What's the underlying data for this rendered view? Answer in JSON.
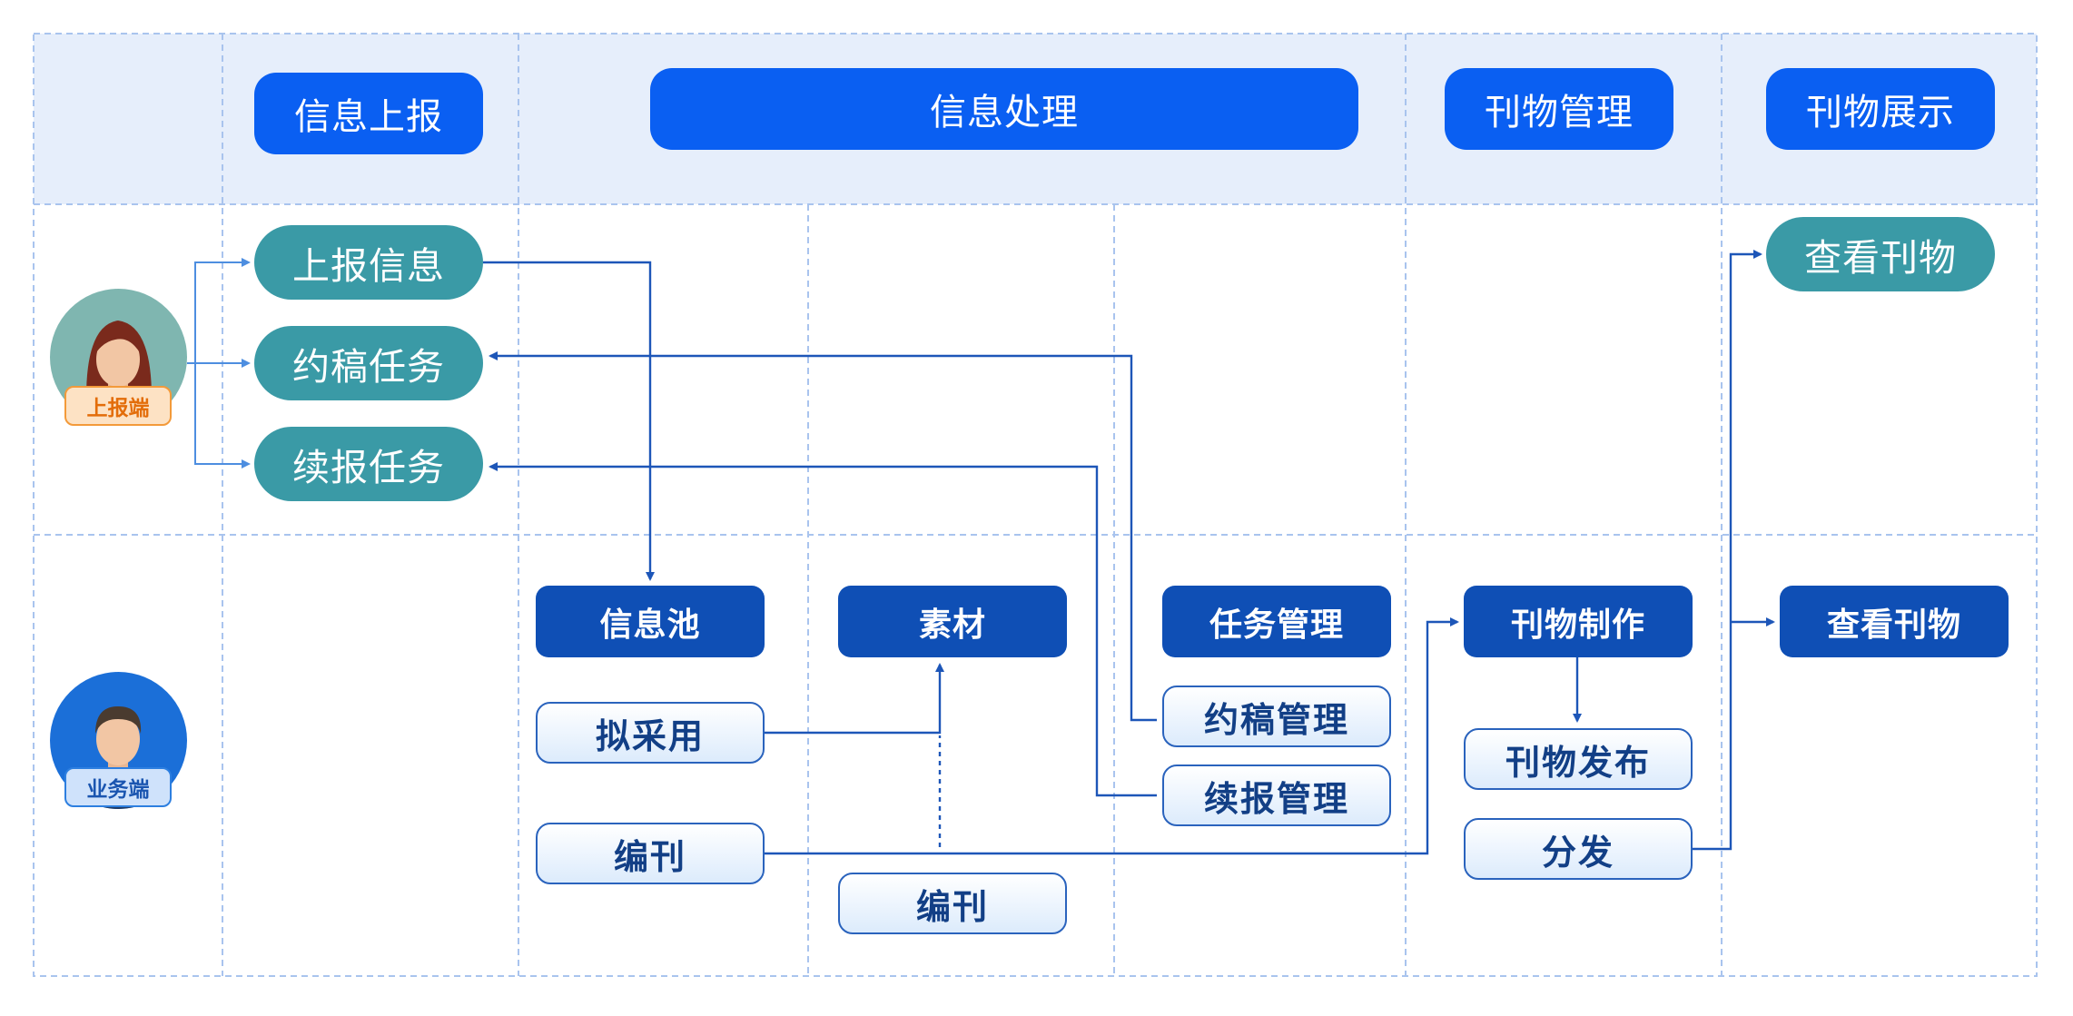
{
  "headers": {
    "info_report": "信息上报",
    "info_process": "信息处理",
    "pub_manage": "刊物管理",
    "pub_show": "刊物展示"
  },
  "reporter": {
    "badge": "上报端",
    "report_info": "上报信息",
    "solicit_task": "约稿任务",
    "followup_task": "续报任务",
    "view_pub": "查看刊物"
  },
  "business": {
    "badge": "业务端",
    "info_pool": "信息池",
    "material": "素材",
    "task_manage": "任务管理",
    "pub_make": "刊物制作",
    "view_pub": "查看刊物",
    "adopt": "拟采用",
    "edit1": "编刊",
    "edit2": "编刊",
    "solicit_manage": "约稿管理",
    "followup_manage": "续报管理",
    "pub_release": "刊物发布",
    "distribute": "分发"
  },
  "colors": {
    "header_pill": "#0a5ff2",
    "teal_pill": "#3a9aa6",
    "dark_box": "#0f4fb5",
    "band": "#e6eefb",
    "arrow": "#1d56b8",
    "reporter_badge": "#f39a3a",
    "business_badge": "#2d7fe0"
  }
}
